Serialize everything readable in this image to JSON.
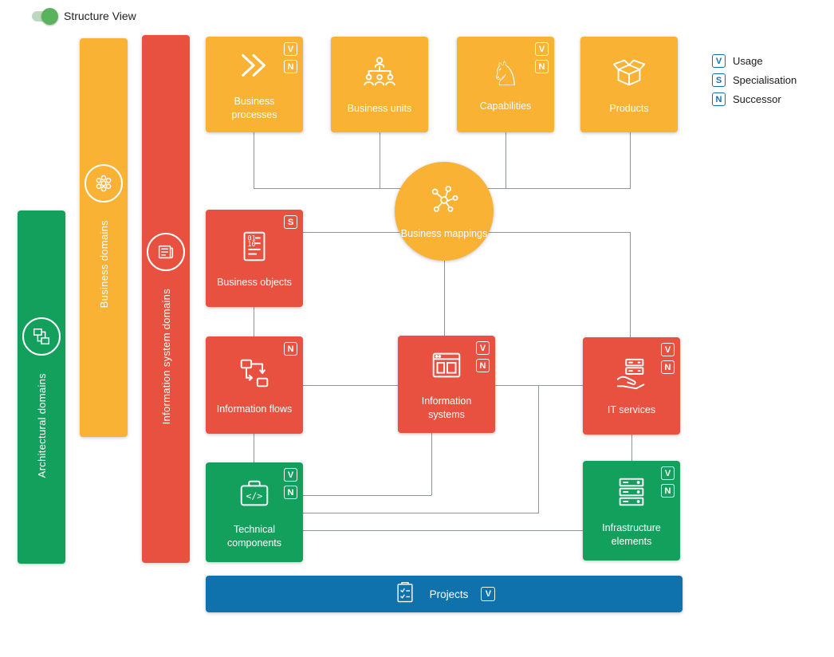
{
  "header": {
    "toggle_label": "Structure View",
    "toggle_state": "on"
  },
  "legend": {
    "items": [
      {
        "badge": "V",
        "label": "Usage"
      },
      {
        "badge": "S",
        "label": "Specialisation"
      },
      {
        "badge": "N",
        "label": "Successor"
      }
    ]
  },
  "palette": {
    "yellow": "#F9B234",
    "red": "#E8503F",
    "green": "#12A05C",
    "blue": "#0F72AC",
    "connector": "#8F9699",
    "toggle_on": "#59B35C"
  },
  "sidebars": [
    {
      "id": "architectural-domains",
      "label": "Architectural domains",
      "color": "green"
    },
    {
      "id": "business-domains",
      "label": "Business domains",
      "color": "yellow"
    },
    {
      "id": "information-system-domains",
      "label": "Information system domains",
      "color": "red"
    }
  ],
  "nodes": [
    {
      "id": "business-processes",
      "label": "Business processes",
      "color": "yellow",
      "badges": [
        "V",
        "N"
      ]
    },
    {
      "id": "business-units",
      "label": "Business units",
      "color": "yellow",
      "badges": []
    },
    {
      "id": "capabilities",
      "label": "Capabilities",
      "color": "yellow",
      "badges": [
        "V",
        "N"
      ]
    },
    {
      "id": "products",
      "label": "Products",
      "color": "yellow",
      "badges": []
    },
    {
      "id": "business-mappings",
      "label": "Business mappings",
      "color": "yellow",
      "shape": "circle",
      "badges": []
    },
    {
      "id": "business-objects",
      "label": "Business objects",
      "color": "red",
      "badges": [
        "S"
      ]
    },
    {
      "id": "information-flows",
      "label": "Information flows",
      "color": "red",
      "badges": [
        "N"
      ]
    },
    {
      "id": "information-systems",
      "label": "Information systems",
      "color": "red",
      "badges": [
        "V",
        "N"
      ]
    },
    {
      "id": "it-services",
      "label": "IT services",
      "color": "red",
      "badges": [
        "V",
        "N"
      ]
    },
    {
      "id": "technical-components",
      "label": "Technical components",
      "color": "green",
      "badges": [
        "V",
        "N"
      ]
    },
    {
      "id": "infrastructure-elements",
      "label": "Infrastructure elements",
      "color": "green",
      "badges": [
        "V",
        "N"
      ]
    },
    {
      "id": "projects",
      "label": "Projects",
      "color": "blue",
      "badges": [
        "V"
      ]
    }
  ],
  "edges": [
    [
      "business-processes",
      "business-mappings"
    ],
    [
      "business-units",
      "business-mappings"
    ],
    [
      "capabilities",
      "business-mappings"
    ],
    [
      "products",
      "business-mappings"
    ],
    [
      "business-mappings",
      "information-systems"
    ],
    [
      "business-objects",
      "information-flows"
    ],
    [
      "business-objects",
      "it-services"
    ],
    [
      "information-flows",
      "information-systems"
    ],
    [
      "information-flows",
      "technical-components"
    ],
    [
      "information-systems",
      "it-services"
    ],
    [
      "information-systems",
      "technical-components"
    ],
    [
      "it-services",
      "infrastructure-elements"
    ],
    [
      "technical-components",
      "infrastructure-elements"
    ]
  ],
  "icons": {
    "toggle": "switch-on",
    "architectural_domains": "blueprint-shapes",
    "business_domains": "flower",
    "information_system_domains": "newspaper",
    "business_processes": "double-chevron",
    "business_units": "org-chart",
    "capabilities": "chess-knight",
    "capabilities_glyph": "♘",
    "products": "open-box",
    "business_mappings": "molecule",
    "business_objects": "binary-document",
    "information_flows": "flow-arrows",
    "information_systems": "app-window",
    "it_services": "hand-with-servers",
    "technical_components": "code-case",
    "infrastructure_elements": "server-stack",
    "projects": "task-clipboard"
  }
}
